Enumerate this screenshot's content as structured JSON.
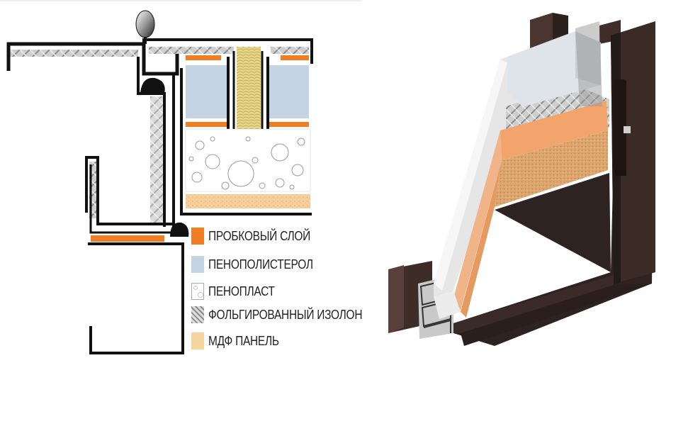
{
  "legend": {
    "items": [
      {
        "label": "ПРОБКОВЫЙ СЛОЙ",
        "color": "#f07d22",
        "pattern": "solid"
      },
      {
        "label": "ПЕНОПОЛИСТЕРОЛ",
        "color": "#c5d4e3",
        "pattern": "solid"
      },
      {
        "label": "ПЕНОПЛАСТ",
        "color": "#ffffff",
        "pattern": "bubbles"
      },
      {
        "label": "ФОЛЬГИРОВАННЫЙ ИЗОЛОН",
        "color": "#b0b0b0",
        "pattern": "crosshatch"
      },
      {
        "label": "МДФ ПАНЕЛЬ",
        "color": "#f7d3a0",
        "pattern": "solid"
      }
    ]
  },
  "colors": {
    "steel": "#111111",
    "foil": "#bdbdbd",
    "cork": "#f07d22",
    "polystyrene": "#c5d4e3",
    "foam_outline": "#9a9a9a",
    "mdf": "#f5cf9c",
    "mineral_wool": "#dccb7a",
    "door_brown": "#3a2a26",
    "door_face": "#2f2321",
    "foam_white": "#e8e8e8",
    "cork_3d": "#f3a36c",
    "mdf_3d": "#dca56e"
  }
}
